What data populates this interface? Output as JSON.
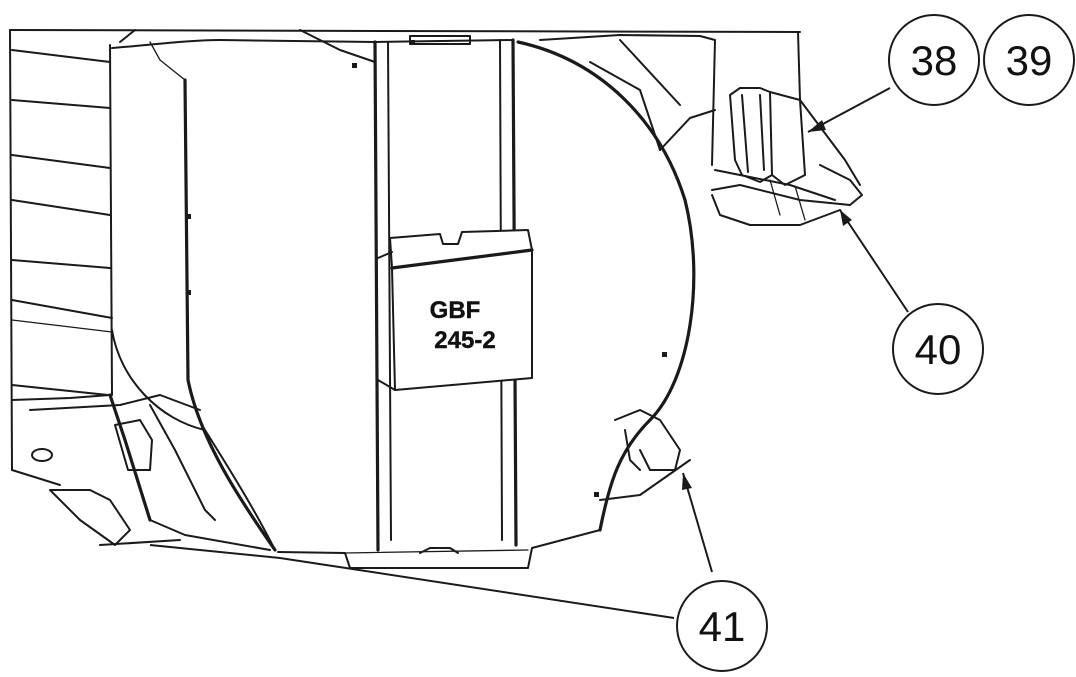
{
  "plate": {
    "line1": "GBF",
    "line2": "245-2"
  },
  "callouts": [
    {
      "label": "38"
    },
    {
      "label": "39"
    },
    {
      "label": "40"
    },
    {
      "label": "41"
    }
  ],
  "colors": {
    "line": "#1a1a1a",
    "background": "#ffffff"
  }
}
